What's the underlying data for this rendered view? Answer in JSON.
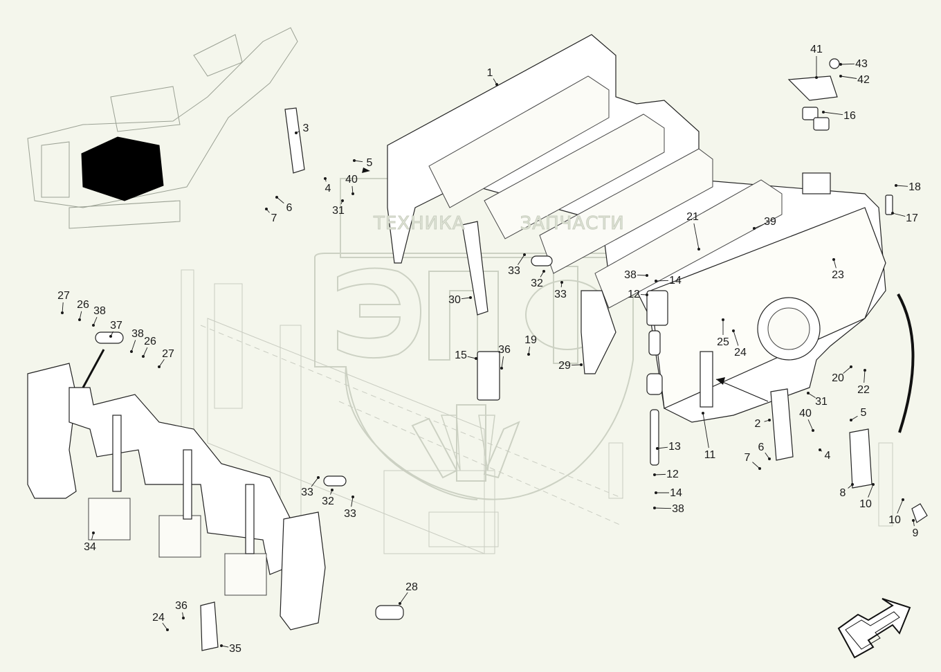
{
  "watermark": {
    "top_text": "ТЕХНИКА",
    "top_text_2": "ЗАПЧАСТИ",
    "big_text": "ЭПФ"
  },
  "callouts": [
    {
      "id": "c1",
      "label": "1"
    },
    {
      "id": "c2",
      "label": "2"
    },
    {
      "id": "c3",
      "label": "3"
    },
    {
      "id": "c4a",
      "label": "4"
    },
    {
      "id": "c4b",
      "label": "4"
    },
    {
      "id": "c5a",
      "label": "5"
    },
    {
      "id": "c5b",
      "label": "5"
    },
    {
      "id": "c6a",
      "label": "6"
    },
    {
      "id": "c6b",
      "label": "6"
    },
    {
      "id": "c7a",
      "label": "7"
    },
    {
      "id": "c7b",
      "label": "7"
    },
    {
      "id": "c8",
      "label": "8"
    },
    {
      "id": "c9",
      "label": "9"
    },
    {
      "id": "c10a",
      "label": "10"
    },
    {
      "id": "c10b",
      "label": "10"
    },
    {
      "id": "c11",
      "label": "11"
    },
    {
      "id": "c12a",
      "label": "12"
    },
    {
      "id": "c12b",
      "label": "12"
    },
    {
      "id": "c13",
      "label": "13"
    },
    {
      "id": "c14a",
      "label": "14"
    },
    {
      "id": "c14b",
      "label": "14"
    },
    {
      "id": "c15",
      "label": "15"
    },
    {
      "id": "c16",
      "label": "16"
    },
    {
      "id": "c17",
      "label": "17"
    },
    {
      "id": "c18",
      "label": "18"
    },
    {
      "id": "c19",
      "label": "19"
    },
    {
      "id": "c20",
      "label": "20"
    },
    {
      "id": "c21",
      "label": "21"
    },
    {
      "id": "c22",
      "label": "22"
    },
    {
      "id": "c23",
      "label": "23"
    },
    {
      "id": "c24a",
      "label": "24"
    },
    {
      "id": "c24b",
      "label": "24"
    },
    {
      "id": "c25",
      "label": "25"
    },
    {
      "id": "c26a",
      "label": "26"
    },
    {
      "id": "c26b",
      "label": "26"
    },
    {
      "id": "c27a",
      "label": "27"
    },
    {
      "id": "c27b",
      "label": "27"
    },
    {
      "id": "c28",
      "label": "28"
    },
    {
      "id": "c29",
      "label": "29"
    },
    {
      "id": "c30",
      "label": "30"
    },
    {
      "id": "c31a",
      "label": "31"
    },
    {
      "id": "c31b",
      "label": "31"
    },
    {
      "id": "c32a",
      "label": "32"
    },
    {
      "id": "c32b",
      "label": "32"
    },
    {
      "id": "c33a",
      "label": "33"
    },
    {
      "id": "c33b",
      "label": "33"
    },
    {
      "id": "c33c",
      "label": "33"
    },
    {
      "id": "c33d",
      "label": "33"
    },
    {
      "id": "c34",
      "label": "34"
    },
    {
      "id": "c35",
      "label": "35"
    },
    {
      "id": "c36a",
      "label": "36"
    },
    {
      "id": "c36b",
      "label": "36"
    },
    {
      "id": "c37",
      "label": "37"
    },
    {
      "id": "c38a",
      "label": "38"
    },
    {
      "id": "c38b",
      "label": "38"
    },
    {
      "id": "c38c",
      "label": "38"
    },
    {
      "id": "c38d",
      "label": "38"
    },
    {
      "id": "c39",
      "label": "39"
    },
    {
      "id": "c40a",
      "label": "40"
    },
    {
      "id": "c40b",
      "label": "40"
    },
    {
      "id": "c41",
      "label": "41"
    },
    {
      "id": "c42",
      "label": "42"
    },
    {
      "id": "c43",
      "label": "43"
    }
  ]
}
